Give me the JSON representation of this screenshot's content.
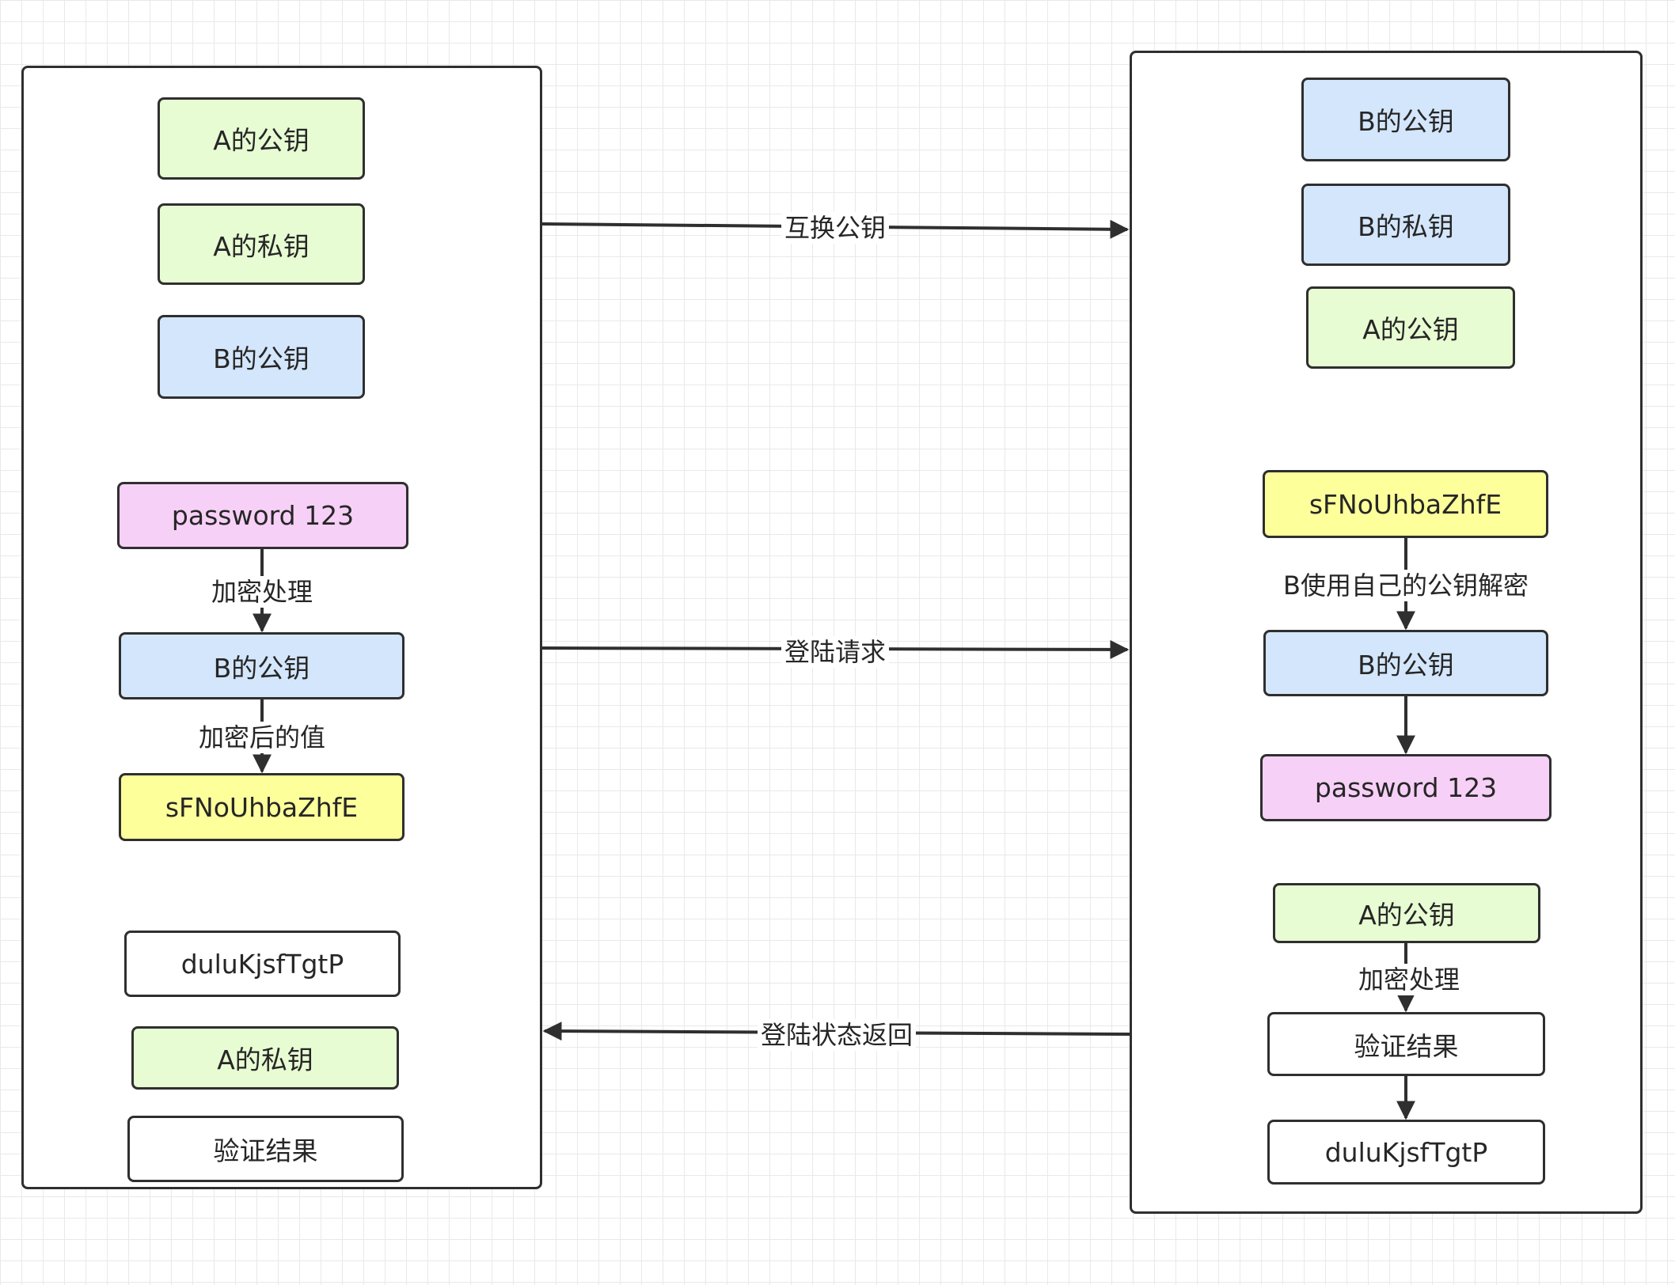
{
  "left": {
    "keys": [
      "A的公钥",
      "A的私钥",
      "B的公钥"
    ],
    "encrypt_flow": {
      "plain": "password 123",
      "step1": "加密处理",
      "key": "B的公钥",
      "step2": "加密后的值",
      "cipher": "sFNoUhbaZhfE"
    },
    "verify": [
      "duluKjsfTgtP",
      "A的私钥",
      "验证结果"
    ]
  },
  "right": {
    "keys": [
      "B的公钥",
      "B的私钥",
      "A的公钥"
    ],
    "decrypt_flow": {
      "cipher": "sFNoUhbaZhfE",
      "step1": "B使用自己的公钥解密",
      "key": "B的公钥",
      "plain": "password 123"
    },
    "sign_flow": {
      "key": "A的公钥",
      "step": "加密处理",
      "result": "验证结果",
      "output": "duluKjsfTgtP"
    }
  },
  "messages": [
    "互换公钥",
    "登陆请求",
    "登陆状态返回"
  ],
  "colors": {
    "green": "#e8fcd3",
    "blue": "#d4e6fc",
    "pink": "#f7d0f7",
    "yellow": "#fdff9b",
    "white": "#ffffff",
    "stroke": "#2f2f2f"
  }
}
